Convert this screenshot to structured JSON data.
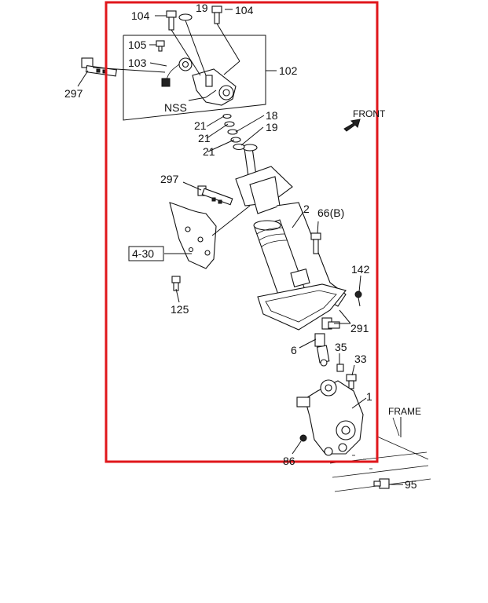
{
  "diagram": {
    "highlight_color": "#e0161b",
    "front_label": "FRONT",
    "frame_label": "FRAME",
    "labels": {
      "p104a": "104",
      "p19a": "19",
      "p104b": "104",
      "p105": "105",
      "p103": "103",
      "p102": "102",
      "p297a": "297",
      "nss": "NSS",
      "p18": "18",
      "p19b": "19",
      "p21a": "21",
      "p21b": "21",
      "p21c": "21",
      "p297b": "297",
      "p2": "2",
      "p66b": "66(B)",
      "p430": "4-30",
      "p142": "142",
      "p125": "125",
      "p291": "291",
      "p6": "6",
      "p35": "35",
      "p33": "33",
      "p1": "1",
      "p86": "86",
      "p95": "95"
    }
  }
}
